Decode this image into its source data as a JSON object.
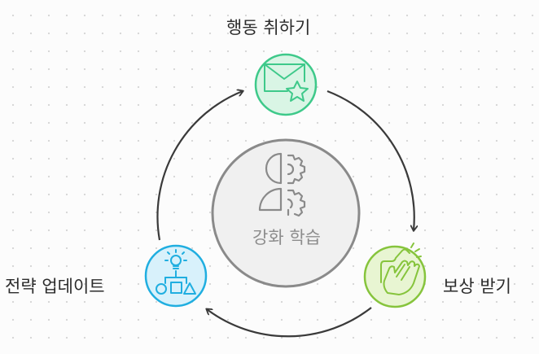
{
  "diagram": {
    "center": {
      "label": "강화 학습"
    },
    "nodes": [
      {
        "id": "take-action",
        "label": "행동 취하기",
        "color": "#3ec98a",
        "icon": "envelope-star-icon"
      },
      {
        "id": "get-reward",
        "label": "보상 받기",
        "color": "#86c43c",
        "icon": "clapping-hands-icon"
      },
      {
        "id": "update-strategy",
        "label": "전략 업데이트",
        "color": "#20aee0",
        "icon": "idea-shapes-icon"
      }
    ],
    "flow": "clockwise",
    "colors": {
      "center_fill": "#f0f0f0",
      "center_stroke": "#8a8a8a",
      "arrow": "#3a3a3a"
    }
  }
}
